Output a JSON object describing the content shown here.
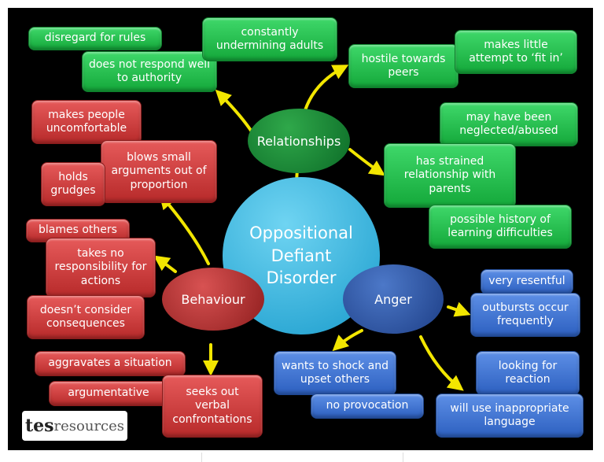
{
  "diagram": {
    "center": {
      "lines": [
        "Oppositional",
        "Defiant",
        "Disorder"
      ]
    },
    "hubs": {
      "relationships": "Relationships",
      "behaviour": "Behaviour",
      "anger": "Anger"
    },
    "relationships_items": {
      "disregard_for_rules": "disregard for rules",
      "does_not_respond": "does not respond well to authority",
      "constantly_undermining": "constantly undermining adults",
      "hostile_towards_peers": "hostile towards peers",
      "makes_little_attempt": "makes little attempt to ‘fit in’",
      "may_have_been_neglected": "may have been neglected/abused",
      "strained_relationship": "has strained relationship with parents",
      "learning_difficulties": "possible history of learning difficulties"
    },
    "behaviour_items": {
      "makes_people_uncomfortable": "makes people uncomfortable",
      "blows_small_arguments": "blows small arguments out of proportion",
      "holds_grudges": "holds grudges",
      "blames_others": "blames others",
      "takes_no_responsibility": "takes no responsibility for actions",
      "doesnt_consider": "doesn’t consider consequences",
      "aggravates_situation": "aggravates a situation",
      "argumentative": "argumentative",
      "seeks_out_verbal": "seeks out verbal confrontations"
    },
    "anger_items": {
      "very_resentful": "very resentful",
      "outbursts": "outbursts occur frequently",
      "wants_to_shock": "wants to shock and upset others",
      "no_provocation": "no provocation",
      "looking_for_reaction": "looking for reaction",
      "inappropriate_language": "will use inappropriate language"
    }
  },
  "logo": {
    "tes": "tes",
    "resources": "resources"
  },
  "colors": {
    "green": "#1fb847",
    "red": "#c83838",
    "blue": "#3a6fd0",
    "center": "#34b8e0",
    "arrow": "#f2e600",
    "background": "#000000"
  }
}
